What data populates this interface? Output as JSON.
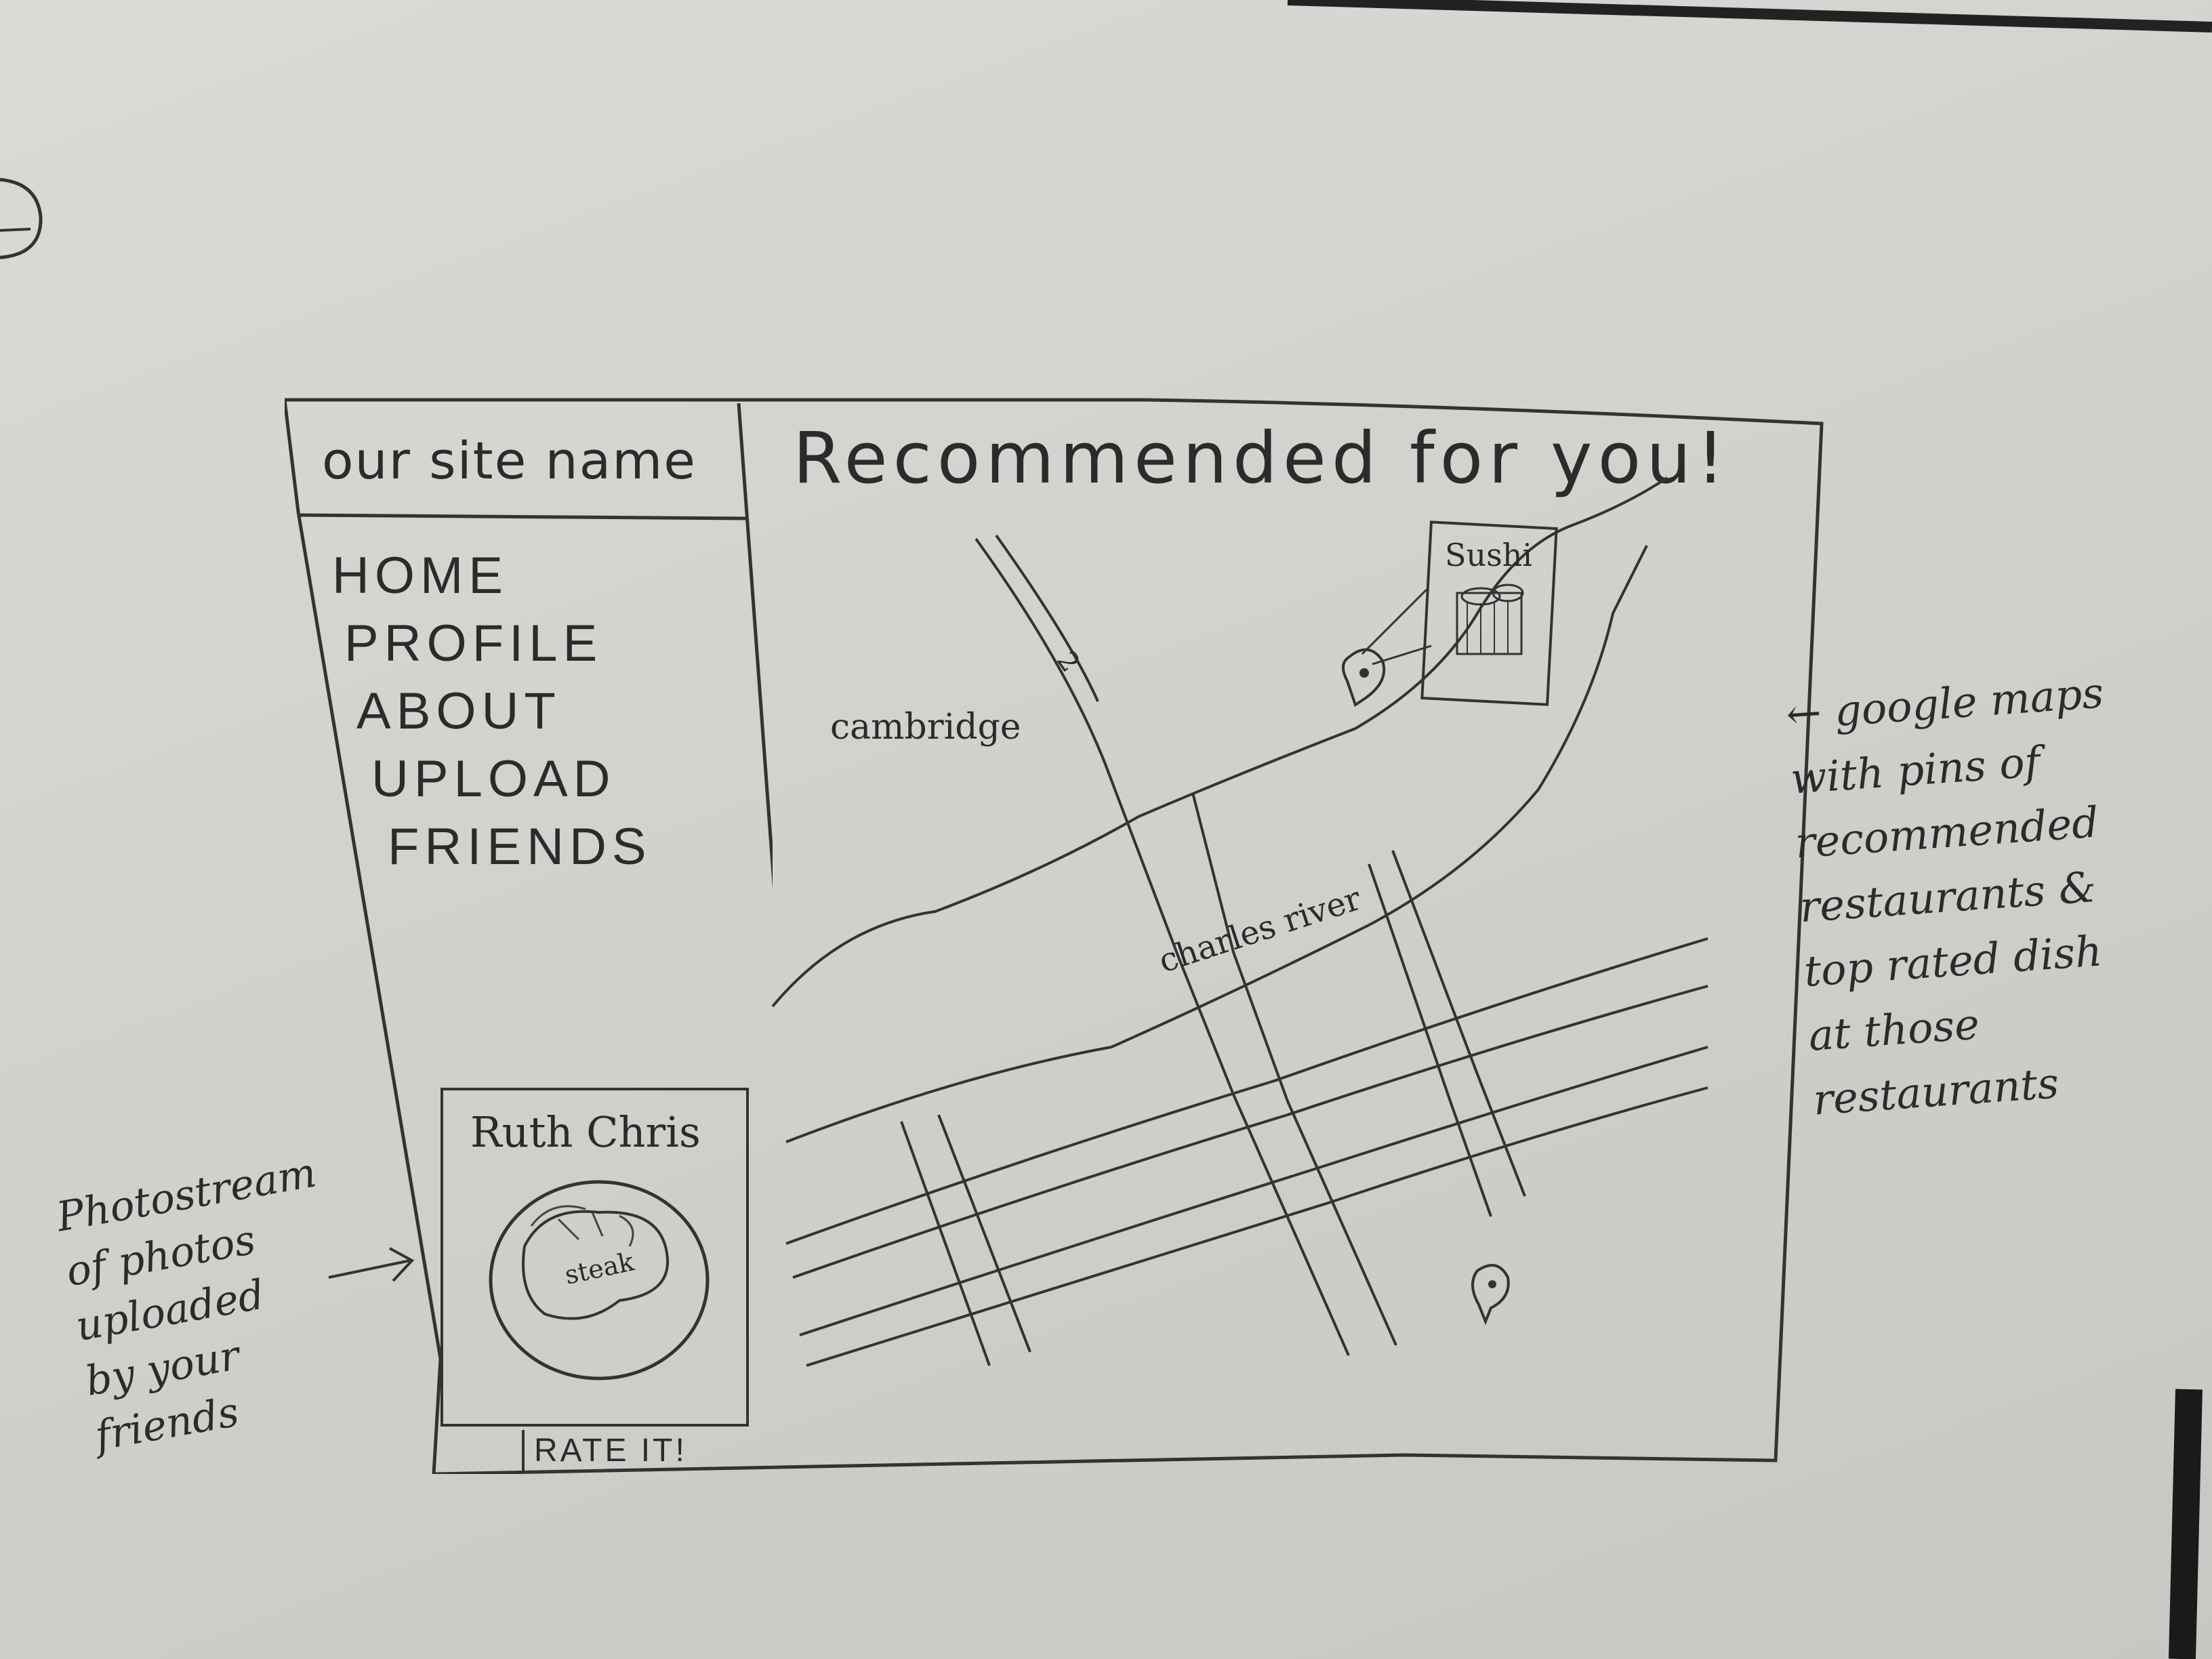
{
  "sidebar": {
    "site_name": "our site name",
    "nav": [
      "HOME",
      "PROFILE",
      "ABOUT",
      "UPLOAD",
      "FRIENDS"
    ]
  },
  "photostream": {
    "restaurant": "Ruth Chris",
    "dish": "steak",
    "rate_label": "RATE IT!"
  },
  "main": {
    "title": "Recommended for you!"
  },
  "map": {
    "labels": {
      "area": "cambridge",
      "river": "charles river",
      "sushi_card": "Sushi",
      "route_number": "2"
    }
  },
  "annotations": {
    "map_note": "← google maps\nwith pins of\nrecommended\nrestaurants &\ntop rated dish\nat those\nrestaurants",
    "photostream_note": "Photostream\nof photos\nuploaded\nby your\nfriends"
  },
  "colors": {
    "pencil": "#2b2b2b",
    "paper": "#d6d4d0"
  }
}
